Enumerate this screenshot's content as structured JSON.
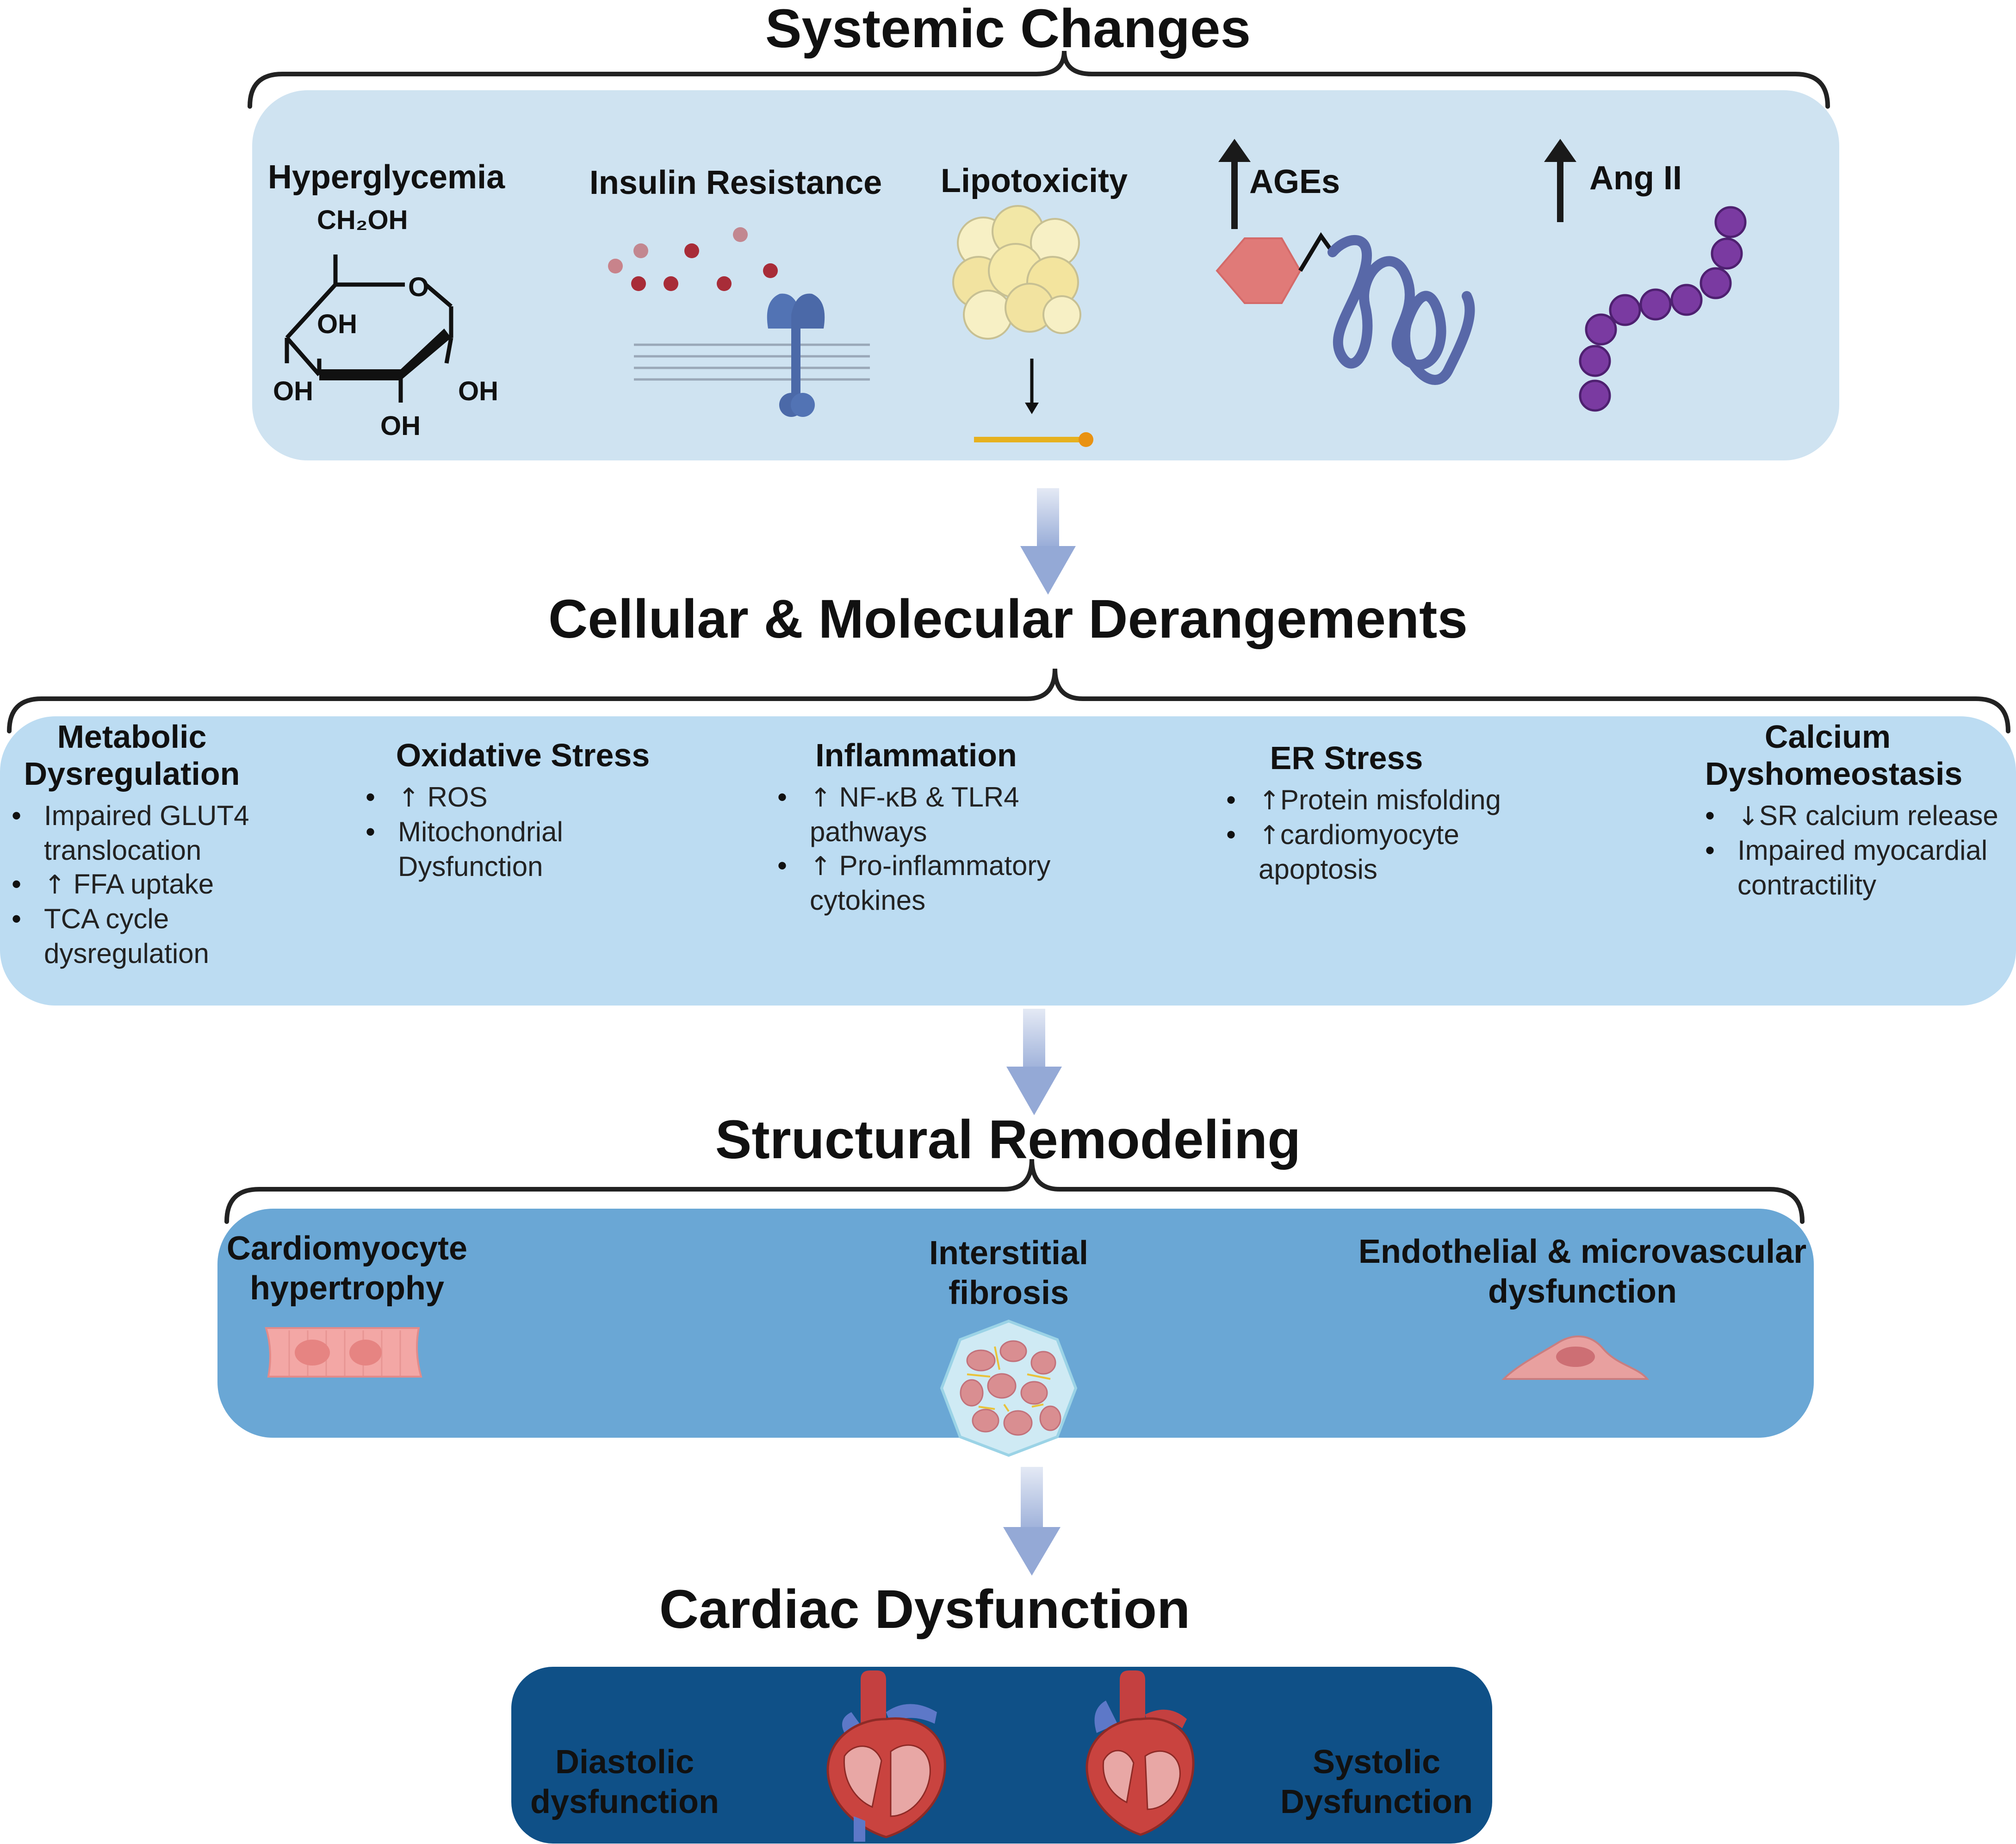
{
  "sections": {
    "systemic": {
      "title": "Systemic Changes",
      "items": [
        {
          "label": "Hyperglycemia"
        },
        {
          "label": "Insulin Resistance"
        },
        {
          "label": "Lipotoxicity"
        },
        {
          "label": "AGEs",
          "arrow": "up"
        },
        {
          "label": "Ang II",
          "arrow": "up"
        }
      ],
      "glucose_labels": {
        "ch2oh": "CH₂OH",
        "o": "O",
        "oh": "OH"
      }
    },
    "cellular": {
      "title": "Cellular & Molecular Derangements",
      "columns": [
        {
          "title": "Metabolic Dysregulation",
          "bullets": [
            {
              "arrow": "",
              "text": "Impaired GLUT4 translocation"
            },
            {
              "arrow": "↑",
              "text": "FFA uptake"
            },
            {
              "arrow": "",
              "text": "TCA cycle dysregulation"
            }
          ]
        },
        {
          "title": "Oxidative Stress",
          "bullets": [
            {
              "arrow": "↑",
              "text": "ROS"
            },
            {
              "arrow": "",
              "text": "Mitochondrial Dysfunction"
            }
          ]
        },
        {
          "title": "Inflammation",
          "bullets": [
            {
              "arrow": "↑",
              "text": "NF-κB & TLR4 pathways"
            },
            {
              "arrow": "↑",
              "text": "Pro-inflammatory cytokines"
            }
          ]
        },
        {
          "title": "ER Stress",
          "bullets": [
            {
              "arrow": "↑",
              "text": "Protein misfolding"
            },
            {
              "arrow": "↑",
              "text": "cardiomyocyte apoptosis"
            }
          ]
        },
        {
          "title": "Calcium Dyshomeostasis",
          "bullets": [
            {
              "arrow": "↓",
              "text": "SR calcium release"
            },
            {
              "arrow": "",
              "text": "Impaired myocardial contractility"
            }
          ]
        }
      ]
    },
    "structural": {
      "title": "Structural Remodeling",
      "items": [
        {
          "label": "Cardiomyocyte hypertrophy"
        },
        {
          "label": "Interstitial fibrosis"
        },
        {
          "label": "Endothelial & microvascular dysfunction"
        }
      ]
    },
    "cardiac": {
      "title": "Cardiac Dysfunction",
      "items": [
        {
          "label": "Diastolic dysfunction"
        },
        {
          "label": "Systolic Dysfunction"
        }
      ]
    }
  },
  "colors": {
    "systemic_panel": "#cfe3f1",
    "cellular_panel": "#bcdcf2",
    "structural_panel": "#6aa7d5",
    "cardiac_panel": "#0f5087",
    "flow_arrow": "#94a9d6",
    "bracket": "#222222"
  }
}
